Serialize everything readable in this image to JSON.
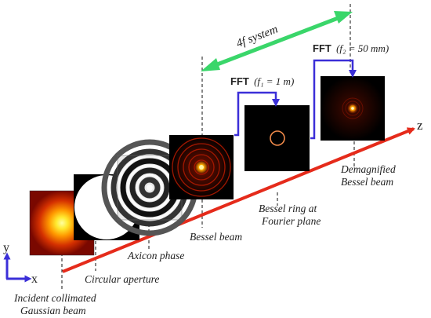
{
  "labels": {
    "system": "4f system",
    "fft1_prefix": "FFT",
    "fft1_params": "(f₁ = 1 m)",
    "fft2_prefix": "FFT",
    "fft2_params": "(f₂ = 50 mm)",
    "incident_line1": "Incident collimated",
    "incident_line2": "Gaussian beam",
    "circular_aperture": "Circular aperture",
    "axicon_phase": "Axicon phase",
    "bessel_beam": "Bessel beam",
    "bessel_ring_line1": "Bessel ring at",
    "bessel_ring_line2": "Fourier plane",
    "demag_line1": "Demagnified",
    "demag_line2": "Bessel beam",
    "axis_z": "z",
    "axis_y": "y",
    "axis_x": "x"
  },
  "colors": {
    "beam_axis": "#e52b1b",
    "system_arrow": "#3ad66a",
    "fft_arrow": "#3b2fd8",
    "axes": "#3b2fd8",
    "gauss_center": "#ffff80",
    "gauss_edge": "#8a0c00"
  }
}
